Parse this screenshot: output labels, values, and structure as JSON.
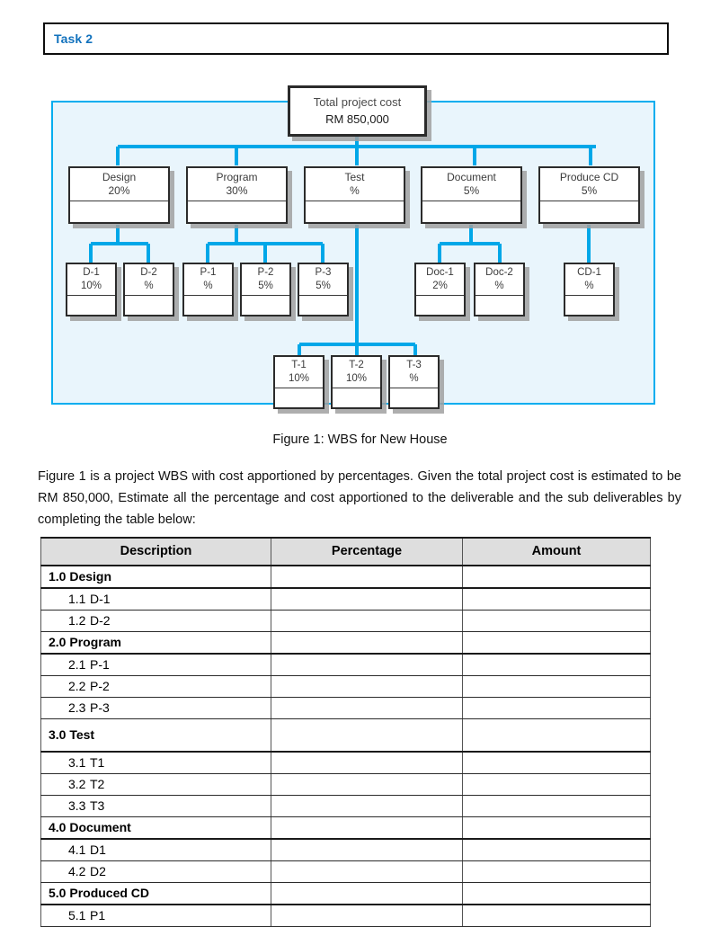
{
  "task_header": {
    "label": "Task 2"
  },
  "diagram": {
    "caption": "Figure 1: WBS for New House",
    "root": {
      "title": "Total project cost",
      "value": "RM 850,000"
    },
    "level2": [
      {
        "title": "Design",
        "pct": "20%"
      },
      {
        "title": "Program",
        "pct": "30%"
      },
      {
        "title": "Test",
        "pct": "%"
      },
      {
        "title": "Document",
        "pct": "5%"
      },
      {
        "title": "Produce CD",
        "pct": "5%"
      }
    ],
    "level3_left": [
      {
        "title": "D-1",
        "pct": "10%"
      },
      {
        "title": "D-2",
        "pct": "%"
      },
      {
        "title": "P-1",
        "pct": "%"
      },
      {
        "title": "P-2",
        "pct": "5%"
      },
      {
        "title": "P-3",
        "pct": "5%"
      }
    ],
    "level3_right": [
      {
        "title": "Doc-1",
        "pct": "2%"
      },
      {
        "title": "Doc-2",
        "pct": "%"
      },
      {
        "title": "CD-1",
        "pct": "%"
      }
    ],
    "level3_test": [
      {
        "title": "T-1",
        "pct": "10%"
      },
      {
        "title": "T-2",
        "pct": "10%"
      },
      {
        "title": "T-3",
        "pct": "%"
      }
    ],
    "colors": {
      "connector": "#00a7e8",
      "panel_fill": "#e9f5fc",
      "panel_border": "#00adef"
    }
  },
  "paragraph": {
    "text": "Figure 1 is a project WBS with cost apportioned by percentages. Given the total project cost is estimated to be RM 850,000, Estimate all the percentage and cost apportioned to the deliverable and the sub deliverables by completing the table below:"
  },
  "table": {
    "headers": [
      "Description",
      "Percentage",
      "Amount"
    ],
    "rows": [
      {
        "type": "major",
        "desc": "1.0 Design",
        "num": "",
        "label": "",
        "percentage": "",
        "amount": ""
      },
      {
        "type": "sub",
        "desc": "",
        "num": "1.1",
        "label": "D-1",
        "percentage": "",
        "amount": ""
      },
      {
        "type": "sub",
        "desc": "",
        "num": "1.2",
        "label": "D-2",
        "percentage": "",
        "amount": ""
      },
      {
        "type": "major",
        "desc": "2.0 Program",
        "num": "",
        "label": "",
        "percentage": "",
        "amount": ""
      },
      {
        "type": "sub",
        "desc": "",
        "num": "2.1",
        "label": "P-1",
        "percentage": "",
        "amount": ""
      },
      {
        "type": "sub",
        "desc": "",
        "num": "2.2",
        "label": "P-2",
        "percentage": "",
        "amount": ""
      },
      {
        "type": "sub",
        "desc": "",
        "num": "2.3",
        "label": "P-3",
        "percentage": "",
        "amount": ""
      },
      {
        "type": "major",
        "desc": "3.0 Test",
        "num": "",
        "label": "",
        "percentage": "",
        "amount": "",
        "tall": true
      },
      {
        "type": "sub",
        "desc": "",
        "num": "3.1",
        "label": "T1",
        "percentage": "",
        "amount": ""
      },
      {
        "type": "sub",
        "desc": "",
        "num": "3.2",
        "label": "T2",
        "percentage": "",
        "amount": ""
      },
      {
        "type": "sub",
        "desc": "",
        "num": "3.3",
        "label": "T3",
        "percentage": "",
        "amount": ""
      },
      {
        "type": "major",
        "desc": "4.0 Document",
        "num": "",
        "label": "",
        "percentage": "",
        "amount": ""
      },
      {
        "type": "sub",
        "desc": "",
        "num": "4.1",
        "label": "D1",
        "percentage": "",
        "amount": ""
      },
      {
        "type": "sub",
        "desc": "",
        "num": "4.2",
        "label": "D2",
        "percentage": "",
        "amount": ""
      },
      {
        "type": "major",
        "desc": "5.0 Produced CD",
        "num": "",
        "label": "",
        "percentage": "",
        "amount": ""
      },
      {
        "type": "sub",
        "desc": "",
        "num": "5.1",
        "label": "P1",
        "percentage": "",
        "amount": ""
      }
    ]
  }
}
